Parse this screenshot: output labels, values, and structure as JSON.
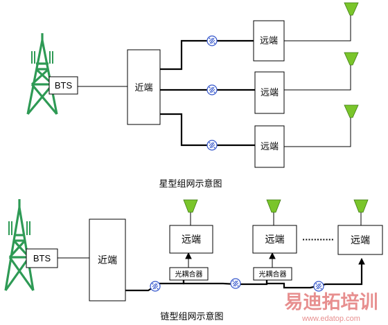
{
  "star": {
    "bts_label": "BTS",
    "near_label": "近端",
    "remote_labels": [
      "远端",
      "远端",
      "远端"
    ],
    "caption": "星型组网示意图"
  },
  "chain": {
    "bts_label": "BTS",
    "near_label": "近端",
    "remote_labels": [
      "远端",
      "远端",
      "远端"
    ],
    "coupler_labels": [
      "光耦合器",
      "光耦合器"
    ],
    "ellipsis": "···········",
    "caption": "链型组网示意图"
  },
  "watermark": {
    "brand_cn": "易迪拓培训",
    "url": "www.edatop.com"
  },
  "colors": {
    "tower": "#2e9a55",
    "antenna": "#7ac52b",
    "fiber_icon": "#3355cc",
    "watermark": "#e06a6a",
    "line": "#000000"
  }
}
